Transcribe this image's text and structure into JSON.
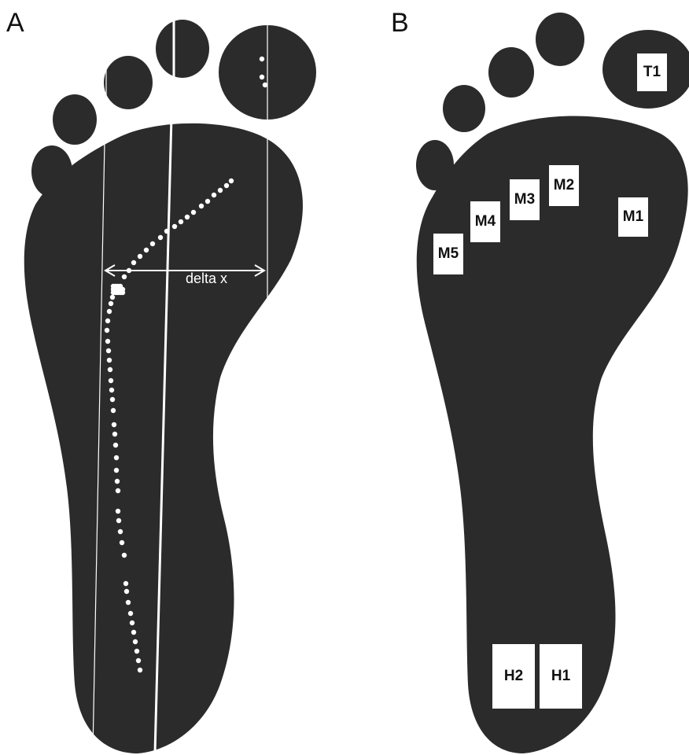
{
  "panels": [
    {
      "letter": "A",
      "annotation": "delta x"
    },
    {
      "letter": "B"
    }
  ],
  "sensors": [
    {
      "id": "T1",
      "label": "T1"
    },
    {
      "id": "M1",
      "label": "M1"
    },
    {
      "id": "M2",
      "label": "M2"
    },
    {
      "id": "M3",
      "label": "M3"
    },
    {
      "id": "M4",
      "label": "M4"
    },
    {
      "id": "M5",
      "label": "M5"
    },
    {
      "id": "H1",
      "label": "H1"
    },
    {
      "id": "H2",
      "label": "H2"
    }
  ],
  "colors": {
    "foot": "#2b2b2b",
    "marks": "#ffffff",
    "background": "#ffffff"
  }
}
